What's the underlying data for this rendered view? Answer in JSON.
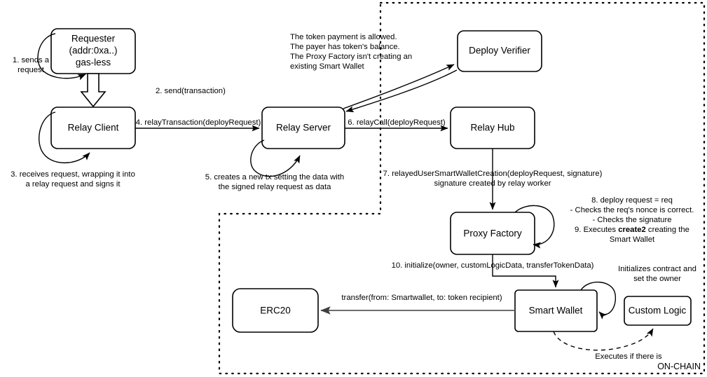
{
  "diagram": {
    "title_label": "ON-CHAIN",
    "nodes": [
      {
        "id": "requester",
        "lines": [
          "Requester",
          "(addr:0xa..)",
          "gas-less"
        ]
      },
      {
        "id": "relay-client",
        "lines": [
          "Relay Client"
        ]
      },
      {
        "id": "relay-server",
        "lines": [
          "Relay Server"
        ]
      },
      {
        "id": "deploy-verifier",
        "lines": [
          "Deploy Verifier"
        ]
      },
      {
        "id": "relay-hub",
        "lines": [
          "Relay Hub"
        ]
      },
      {
        "id": "proxy-factory",
        "lines": [
          "Proxy Factory"
        ]
      },
      {
        "id": "smart-wallet",
        "lines": [
          "Smart Wallet"
        ]
      },
      {
        "id": "custom-logic",
        "lines": [
          "Custom Logic"
        ]
      },
      {
        "id": "erc20",
        "lines": [
          "ERC20"
        ]
      }
    ],
    "edge_labels": {
      "step1": [
        "1. sends a",
        "request"
      ],
      "step2": [
        "2. send(transaction)"
      ],
      "step3": [
        "3. receives request, wrapping it into",
        "a relay request and signs it"
      ],
      "step4": [
        "4. relayTransaction(deployRequest)"
      ],
      "step5": [
        "5. creates a new tx setting the data with",
        "the signed relay request as data"
      ],
      "step6": [
        "6. relayCall(deployRequest)"
      ],
      "step7": [
        "7. relayedUserSmartWalletCreation(deployRequest, signature)",
        "signature created by relay worker"
      ],
      "step8": [
        "8. deploy request = req",
        "- Checks the req's nonce is correct.",
        "- Checks the signature"
      ],
      "step9_pre": "9. Executes ",
      "step9_bold": "create2",
      "step9_post": " creating the",
      "step9_line2": "Smart Wallet",
      "step10": [
        "10. initialize(owner, customLogicData, transferTokenData)"
      ],
      "transfer": [
        "transfer(from: Smartwallet, to: token recipient)"
      ],
      "initializes": [
        "Initializes contract and",
        "set the owner"
      ],
      "executes_if": [
        "Executes if there is"
      ]
    },
    "verifier_note": [
      "The token payment is allowed.",
      "The payer has token's balance.",
      "The Proxy Factory isn't creating an",
      "existing Smart Wallet"
    ],
    "colors": {
      "stroke": "#000000",
      "fill": "#ffffff",
      "gray_arrow": "#5a5a5a",
      "background": "#ffffff"
    }
  }
}
